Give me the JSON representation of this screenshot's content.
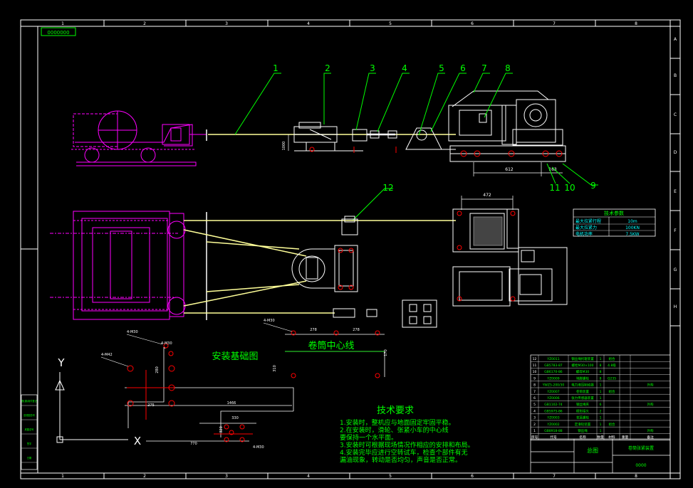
{
  "colors": {
    "background": "#000000",
    "frame": "#ffffff",
    "magenta": "#ff00ff",
    "green": "#00ff00",
    "yellow": "#ffff99",
    "cyan": "#00ffff",
    "red": "#ff0000",
    "gray": "#bbbbbb"
  },
  "sheet": {
    "column_numbers": [
      "1",
      "2",
      "3",
      "4",
      "5",
      "6",
      "7",
      "8"
    ],
    "row_letters": [
      "A",
      "B",
      "C",
      "D",
      "E",
      "F",
      "G",
      "H"
    ],
    "corner_code": "0000000"
  },
  "callouts": [
    "1",
    "2",
    "3",
    "4",
    "5",
    "6",
    "7",
    "8",
    "9",
    "10",
    "11",
    "12"
  ],
  "dimensions": {
    "d_472": "472",
    "d_612": "612",
    "d_163": "163",
    "d_1000": "1000",
    "d_278a": "278",
    "d_278b": "278",
    "d_310": "310",
    "d_170": "170",
    "d_280": "280",
    "d_275": "275",
    "d_1466": "1466",
    "d_320": "320",
    "d_770": "770",
    "d_330": "330"
  },
  "hole_labels": {
    "h1": "4-M30",
    "h2": "4-M30",
    "h3": "4-M42",
    "h4": "4-M30",
    "h5": "4-M30"
  },
  "foundation": {
    "title": "安装基础图",
    "drum_centerline": "卷筒中心线"
  },
  "axes": {
    "y": "Y",
    "x": "X"
  },
  "tech_params": {
    "title": "技术参数",
    "rows": [
      [
        "最大拉紧行程",
        "10m"
      ],
      [
        "最大拉紧力",
        "100KN"
      ],
      [
        "电机功率",
        "7.5KW"
      ]
    ]
  },
  "requirements": {
    "title": "技术要求",
    "lines": [
      "1.安装时，整机应与地面固定牢固平稳。",
      "2.在安装时，滑轮、张紧小车的中心线",
      "   要保持一个水平面。",
      "3.安装时可根据现场情况作相应的安排和布局。",
      "4.安装完毕应进行空转试车，检查个部件有无",
      "   漏油现象，转动是否均匀，声音是否正常。"
    ]
  },
  "title_block": {
    "main_title": "总图",
    "product": "卷筒张紧装置",
    "drawing_no": "0000"
  },
  "bom": {
    "header": [
      "序号",
      "代号",
      "名称",
      "数量",
      "材料",
      "重量",
      "备注"
    ],
    "rows": [
      [
        "12",
        "YZ0011",
        "钢丝绳托辊装置",
        "1",
        "组合",
        "",
        ""
      ],
      [
        "11",
        "GB5783-87",
        "螺栓M30×100",
        "8",
        "4.8级",
        "",
        ""
      ],
      [
        "10",
        "GB6170-86",
        "螺母M30",
        "8",
        "",
        "",
        ""
      ],
      [
        "9",
        "YZ0009",
        "地脚螺栓",
        "8",
        "Q235",
        "",
        ""
      ],
      [
        "8",
        "YWZ5-200/30",
        "电力液压制动器",
        "1",
        "",
        "",
        "外购"
      ],
      [
        "7",
        "YZ0007",
        "卷筒装置",
        "1",
        "组合",
        "",
        ""
      ],
      [
        "6",
        "YZ0006",
        "张力传感器装置",
        "1",
        "",
        "",
        ""
      ],
      [
        "5",
        "GB1102-74",
        "钢丝绳夹",
        "6",
        "",
        "",
        "外购"
      ],
      [
        "4",
        "GB5975-86",
        "楔形接头",
        "2",
        "",
        "",
        ""
      ],
      [
        "3",
        "YZ0003",
        "花篮螺栓",
        "1",
        "",
        "",
        ""
      ],
      [
        "2",
        "YZ0002",
        "定滑轮装置",
        "1",
        "组合",
        "",
        ""
      ],
      [
        "1",
        "GB8918-88",
        "钢丝绳",
        "1",
        "",
        "",
        "外购"
      ]
    ]
  },
  "left_stamp": [
    "借(通)用件登记",
    "旧底图总号",
    "底图总号",
    "签字",
    "日期"
  ]
}
